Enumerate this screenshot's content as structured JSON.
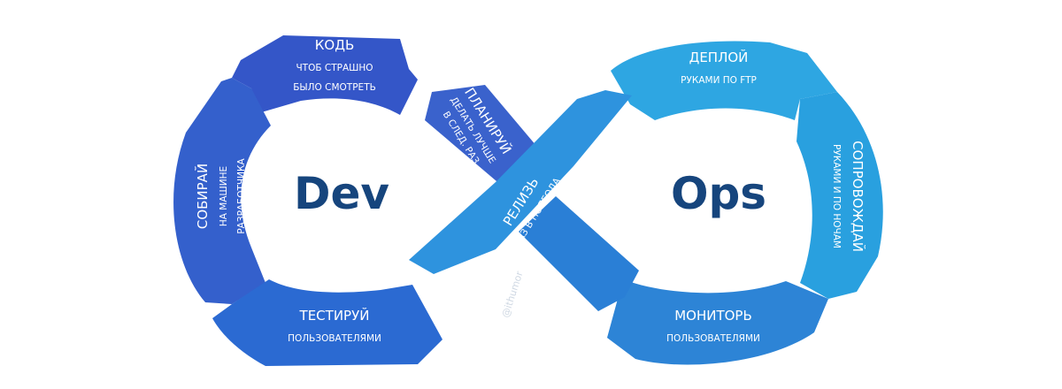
{
  "center": {
    "left": "Dev",
    "right": "Ops"
  },
  "segments": {
    "code": {
      "title": "КОДЬ",
      "sub1": "ЧТОБ СТРАШНО",
      "sub2": "БЫЛО СМОТРЕТЬ"
    },
    "plan": {
      "title": "ПЛАНИРУЙ",
      "sub1": "ДЕЛАТЬ ЛУЧШЕ",
      "sub2": "В СЛЕД. РАЗ"
    },
    "build": {
      "title": "СОБИРАЙ",
      "sub1": "НА МАШИНЕ",
      "sub2": "РАЗРАБОТЧИКА"
    },
    "test": {
      "title": "ТЕСТИРУЙ",
      "sub1": "ПОЛЬЗОВАТЕЛЯМИ"
    },
    "release": {
      "title": "РЕЛИЗЬ",
      "sub1": "РАЗ В ПОЛГОДА"
    },
    "deploy": {
      "title": "ДЕПЛОЙ",
      "sub1": "РУКАМИ ПО FTP"
    },
    "operate": {
      "title": "СОПРОВОЖДАЙ",
      "sub1": "РУКАМИ И ПО НОЧАМ"
    },
    "monitor": {
      "title": "МОНИТОРЬ",
      "sub1": "ПОЛЬЗОВАТЕЛЯМИ"
    }
  },
  "watermark": "@ithumor",
  "colors": {
    "dev_dark": "#2f4fc0",
    "dev_mid": "#3563cf",
    "ops_light": "#29a3e0",
    "ops_mid": "#1d8fd8",
    "cross": "#2b8fdc",
    "text_center": "#16457d"
  }
}
